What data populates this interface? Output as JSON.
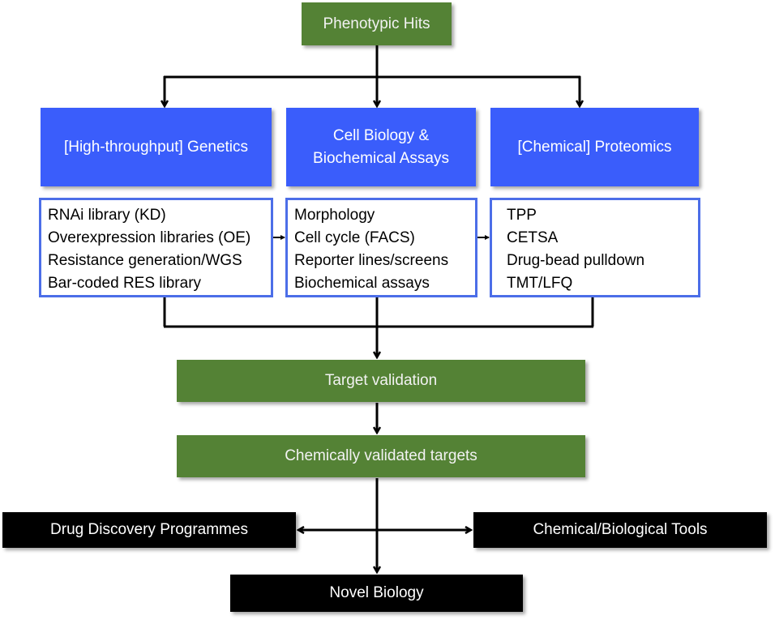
{
  "top": {
    "label": "Phenotypic Hits",
    "color": "#548235"
  },
  "approaches": [
    {
      "title": "[High-throughput] Genetics",
      "items": [
        "RNAi library (KD)",
        "Overexpression libraries (OE)",
        "Resistance generation/WGS",
        "Bar-coded RES library"
      ]
    },
    {
      "title_lines": [
        "Cell Biology &",
        "Biochemical Assays"
      ],
      "items": [
        "Morphology",
        "Cell cycle (FACS)",
        "Reporter lines/screens",
        "Biochemical assays"
      ]
    },
    {
      "title": "[Chemical] Proteomics",
      "items": [
        "TPP",
        "CETSA",
        "Drug-bead pulldown",
        "TMT/LFQ"
      ]
    }
  ],
  "validation": {
    "target_validation": "Target validation",
    "chemically_validated": "Chemically validated targets"
  },
  "outcomes": {
    "drug_discovery": "Drug Discovery Programmes",
    "tools": "Chemical/Biological Tools",
    "novel_biology": "Novel Biology"
  },
  "colors": {
    "green": "#548235",
    "blue": "#3a5dfb",
    "detail_border": "#4c6ee8",
    "black": "#000000"
  }
}
